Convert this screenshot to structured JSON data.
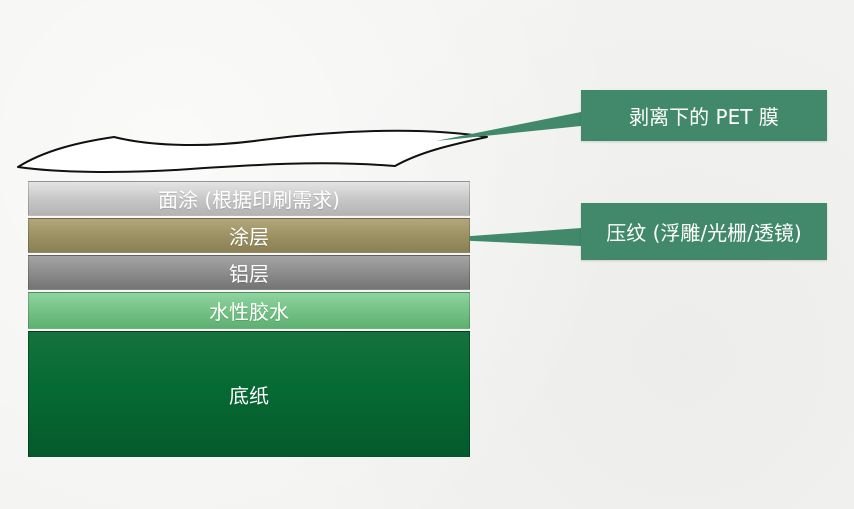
{
  "layers": {
    "topcoat": "面涂 (根据印刷需求)",
    "coating": "涂层",
    "aluminum": "铝层",
    "glue": "水性胶水",
    "base": "底纸"
  },
  "callouts": {
    "pet_film": "剥离下的 PET 膜",
    "emboss": "压纹 (浮雕/光栅/透镜)"
  },
  "colors": {
    "callout_box": "#41896a",
    "base_paper": "#066a33",
    "glue": "#72c084",
    "aluminum": "#8a8a8a",
    "coating": "#9b9061",
    "topcoat": "#c6c6c6"
  }
}
